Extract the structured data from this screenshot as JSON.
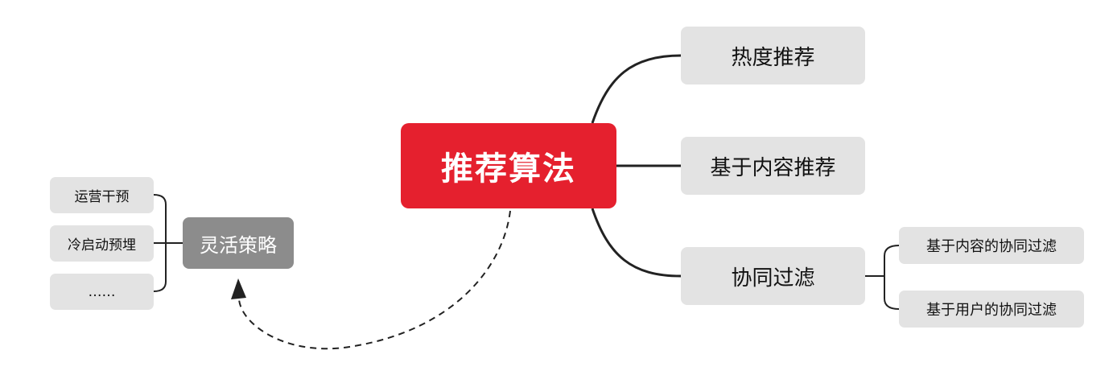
{
  "central": {
    "label": "推荐算法",
    "color": "#e5202e"
  },
  "right_branches": [
    {
      "label": "热度推荐"
    },
    {
      "label": "基于内容推荐"
    },
    {
      "label": "协同过滤",
      "children": [
        {
          "label": "基于内容的协同过滤"
        },
        {
          "label": "基于用户的协同过滤"
        }
      ]
    }
  ],
  "left_branch": {
    "label": "灵活策略",
    "color": "#8c8c8c",
    "children": [
      {
        "label": "运营干预"
      },
      {
        "label": "冷启动预埋"
      },
      {
        "label": "……"
      }
    ]
  },
  "colors": {
    "branch_bg": "#e3e3e3",
    "connector": "#222222"
  }
}
